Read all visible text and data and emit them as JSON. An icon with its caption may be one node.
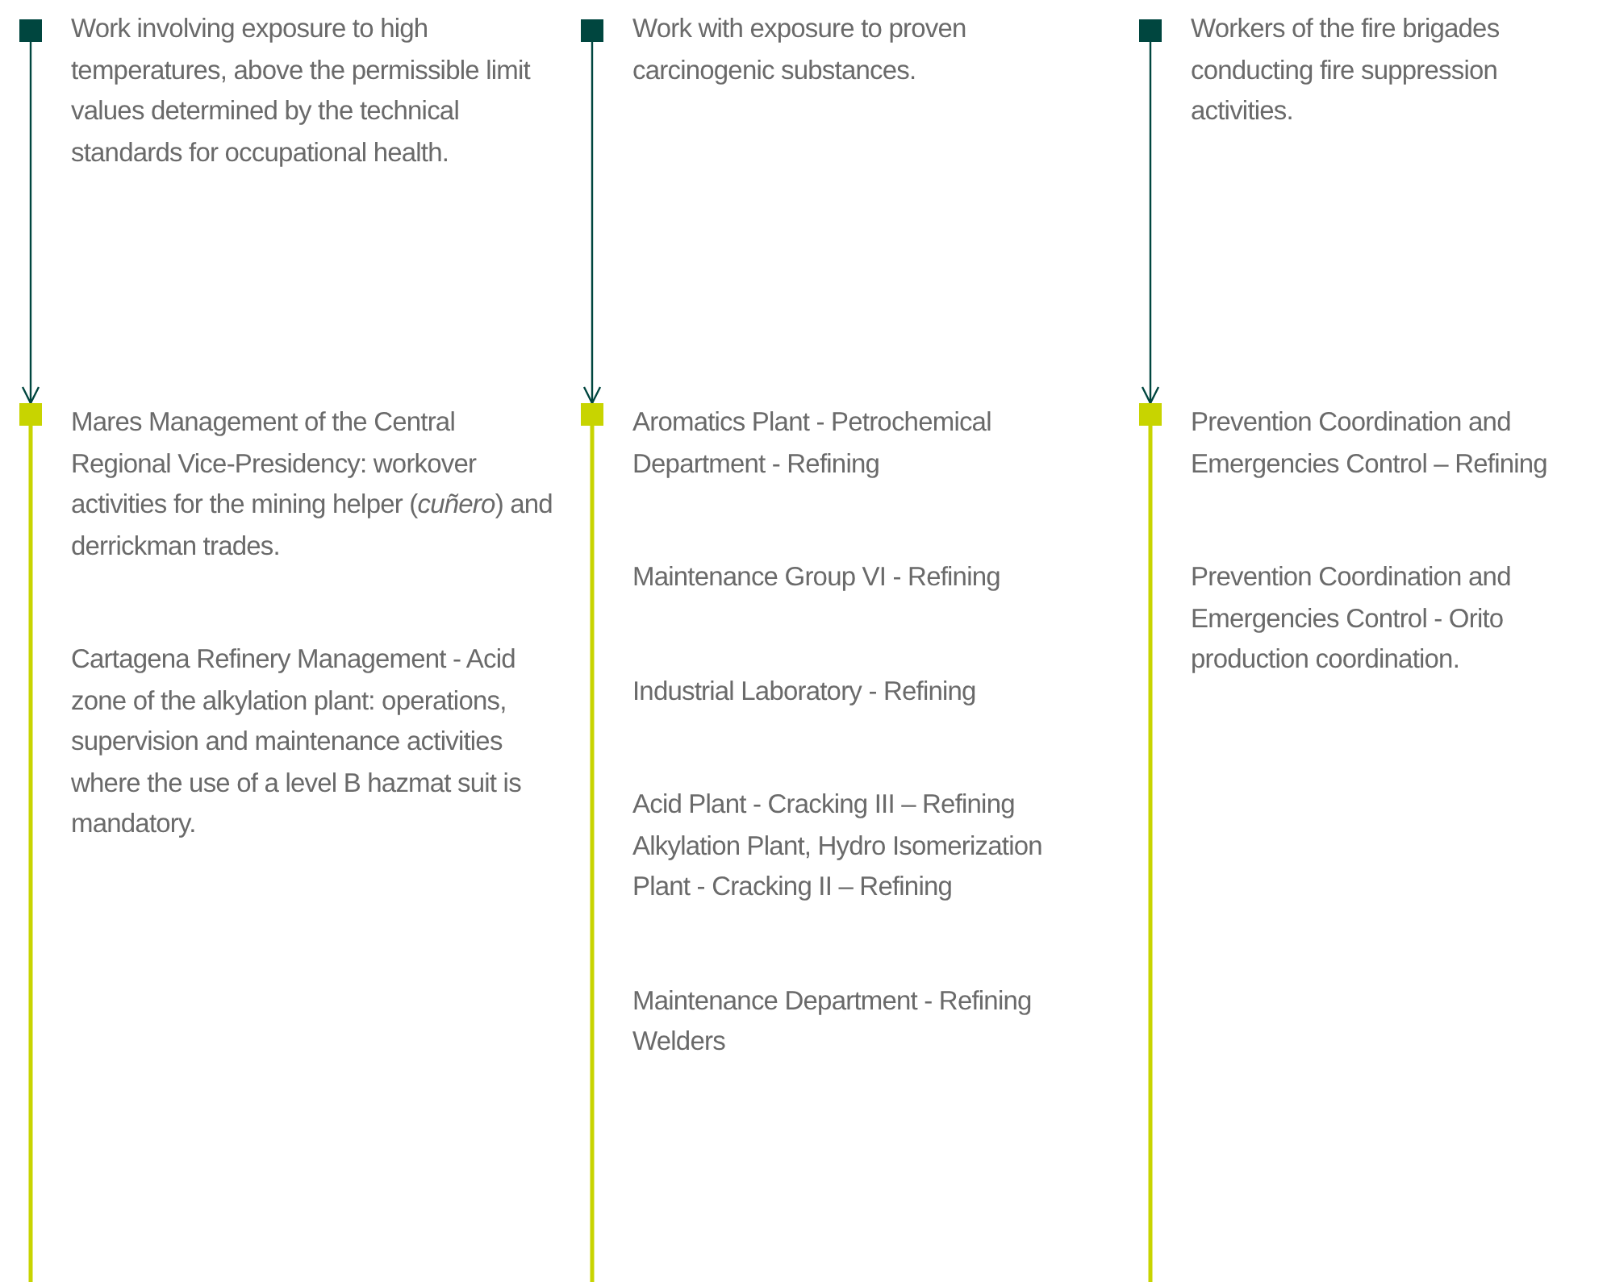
{
  "diagram": {
    "nodes": [
      {
        "text": [
          "Work involving exposure to high temperatures, above the permissible limit values determined by the technical standards for occupational health."
        ]
      },
      {
        "text": [
          "Work with exposure to proven carcinogenic substances."
        ]
      },
      {
        "text": [
          "Workers of the fire brigades conducting fire suppression activities."
        ]
      },
      {
        "text": [
          "Mares Management of the Central Regional Vice-Presidency: workover activities for the mining helper (*cuñero*) and derrickman trades.",
          "Cartagena Refinery Management - Acid zone of the alkylation plant: operations, supervision and maintenance activities where the use of a level B hazmat suit is mandatory."
        ]
      },
      {
        "text": [
          "Aromatics Plant - Petrochemical Department - Refining",
          "Maintenance Group VI - Refining",
          "Industrial Laboratory - Refining",
          "Acid Plant - Cracking III – Refining Alkylation Plant, Hydro Isomerization Plant - Cracking II – Refining",
          "Maintenance Department - Refining Welders"
        ]
      },
      {
        "text": [
          "Prevention Coordination and Emergencies Control – Refining",
          "Prevention Coordination and Emergencies Control - Orito production coordination."
        ]
      }
    ],
    "edges": [
      {
        "from": 0,
        "to": 3,
        "arrow": "to"
      },
      {
        "from": 1,
        "to": 4,
        "arrow": "to"
      },
      {
        "from": 2,
        "to": 5,
        "arrow": "to"
      }
    ]
  }
}
